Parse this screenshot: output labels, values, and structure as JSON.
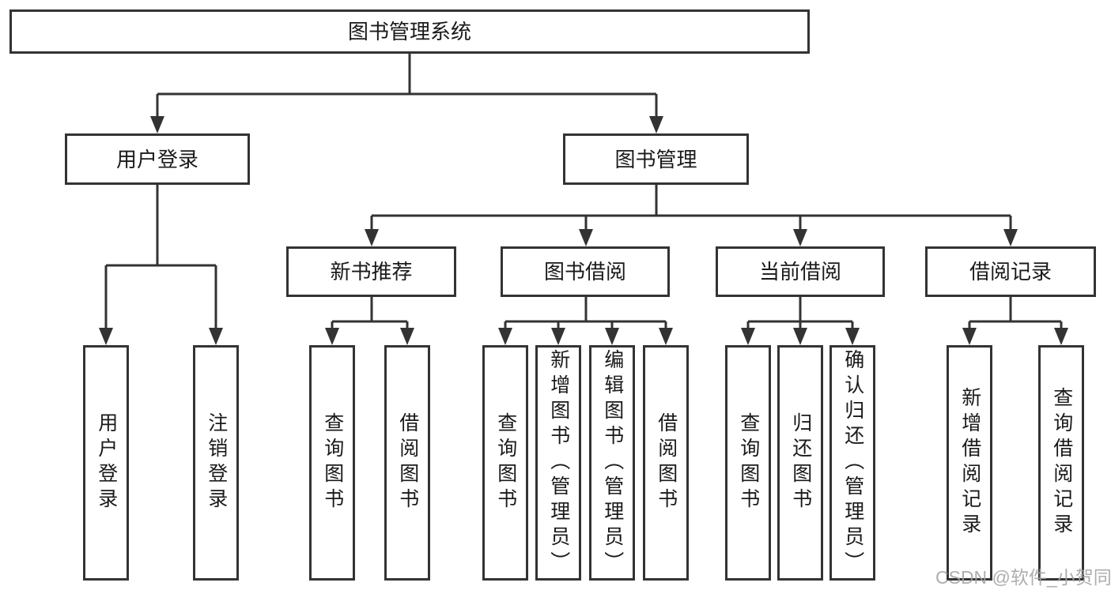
{
  "diagram": {
    "root": {
      "label": "图书管理系统"
    },
    "branches": [
      {
        "label": "用户登录",
        "children": [
          {
            "label": "用户登录"
          },
          {
            "label": "注销登录"
          }
        ]
      },
      {
        "label": "图书管理",
        "children": [
          {
            "label": "新书推荐",
            "children": [
              {
                "label": "查询图书"
              },
              {
                "label": "借阅图书"
              }
            ]
          },
          {
            "label": "图书借阅",
            "children": [
              {
                "label": "查询图书"
              },
              {
                "label": "新增图书（管理员）"
              },
              {
                "label": "编辑图书（管理员）"
              },
              {
                "label": "借阅图书"
              }
            ]
          },
          {
            "label": "当前借阅",
            "children": [
              {
                "label": "查询图书"
              },
              {
                "label": "归还图书"
              },
              {
                "label": "确认归还（管理员）"
              }
            ]
          },
          {
            "label": "借阅记录",
            "children": [
              {
                "label": "新增借阅记录"
              },
              {
                "label": "查询借阅记录"
              }
            ]
          }
        ]
      }
    ]
  },
  "watermark": {
    "text": "CSDN @软件_小贺同学"
  },
  "colors": {
    "line": "#333333",
    "box_border": "#333333",
    "box_background": "#ffffff",
    "text": "#1a1a1a",
    "watermark": "#a3a3a3"
  }
}
